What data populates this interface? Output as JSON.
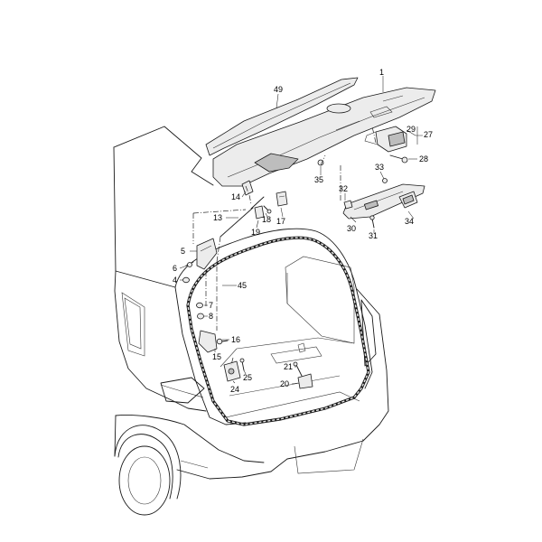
{
  "callouts": {
    "c1": "1",
    "c4": "4",
    "c5": "5",
    "c6": "6",
    "c7": "7",
    "c8": "8",
    "c13": "13",
    "c14": "14",
    "c15": "15",
    "c16": "16",
    "c17": "17",
    "c18": "18",
    "c19": "19",
    "c20": "20",
    "c21": "21",
    "c24": "24",
    "c25": "25",
    "c27": "27",
    "c28": "28",
    "c29": "29",
    "c30": "30",
    "c31": "31",
    "c32": "32",
    "c33": "33",
    "c34": "34",
    "c35": "35",
    "c45": "45",
    "c49": "49"
  }
}
